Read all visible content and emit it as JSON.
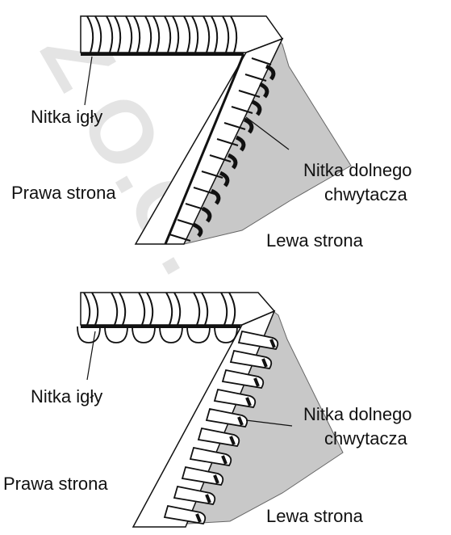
{
  "watermark": "Z O.O.",
  "diagram_top": {
    "needle_thread_label": "Nitka igły",
    "right_side_label": "Prawa strona",
    "looper_thread_label_line1": "Nitka dolnego",
    "looper_thread_label_line2": "chwytacza",
    "wrong_side_label": "Lewa strona"
  },
  "diagram_bottom": {
    "needle_thread_label": "Nitka igły",
    "right_side_label": "Prawa strona",
    "looper_thread_label_line1": "Nitka dolnego",
    "looper_thread_label_line2": "chwytacza",
    "wrong_side_label": "Lewa strona"
  },
  "colors": {
    "fabric_fill": "#c8c8c8",
    "stitch_line": "#111111",
    "watermark": "#cfcfcf"
  }
}
